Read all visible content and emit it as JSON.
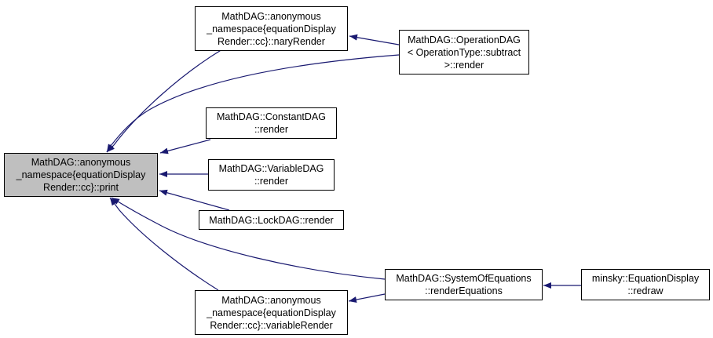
{
  "colors": {
    "edge": "#191970",
    "node_border": "#000000",
    "focus_fill": "#bfbfbf",
    "node_fill": "#ffffff"
  },
  "nodes": [
    {
      "id": "print",
      "focus": true,
      "lines": [
        "MathDAG::anonymous",
        "_namespace{equationDisplay",
        "Render::cc}::print"
      ]
    },
    {
      "id": "naryRender",
      "lines": [
        "MathDAG::anonymous",
        "_namespace{equationDisplay",
        "Render::cc}::naryRender"
      ]
    },
    {
      "id": "opdag",
      "lines": [
        "MathDAG::OperationDAG",
        "< OperationType::subtract",
        ">::render"
      ]
    },
    {
      "id": "constdag",
      "lines": [
        "MathDAG::ConstantDAG",
        "::render"
      ]
    },
    {
      "id": "vardag",
      "lines": [
        "MathDAG::VariableDAG",
        "::render"
      ]
    },
    {
      "id": "lockdag",
      "lines": [
        "MathDAG::LockDAG::render"
      ]
    },
    {
      "id": "soe",
      "lines": [
        "MathDAG::SystemOfEquations",
        "::renderEquations"
      ]
    },
    {
      "id": "eqdisp",
      "lines": [
        "minsky::EquationDisplay",
        "::redraw"
      ]
    },
    {
      "id": "varRender",
      "lines": [
        "MathDAG::anonymous",
        "_namespace{equationDisplay",
        "Render::cc}::variableRender"
      ]
    }
  ],
  "edges": [
    {
      "from": "naryRender",
      "to": "print"
    },
    {
      "from": "opdag",
      "to": "print"
    },
    {
      "from": "opdag",
      "to": "naryRender"
    },
    {
      "from": "constdag",
      "to": "print"
    },
    {
      "from": "vardag",
      "to": "print"
    },
    {
      "from": "lockdag",
      "to": "print"
    },
    {
      "from": "soe",
      "to": "print"
    },
    {
      "from": "varRender",
      "to": "print"
    },
    {
      "from": "soe",
      "to": "varRender"
    },
    {
      "from": "eqdisp",
      "to": "soe"
    }
  ]
}
